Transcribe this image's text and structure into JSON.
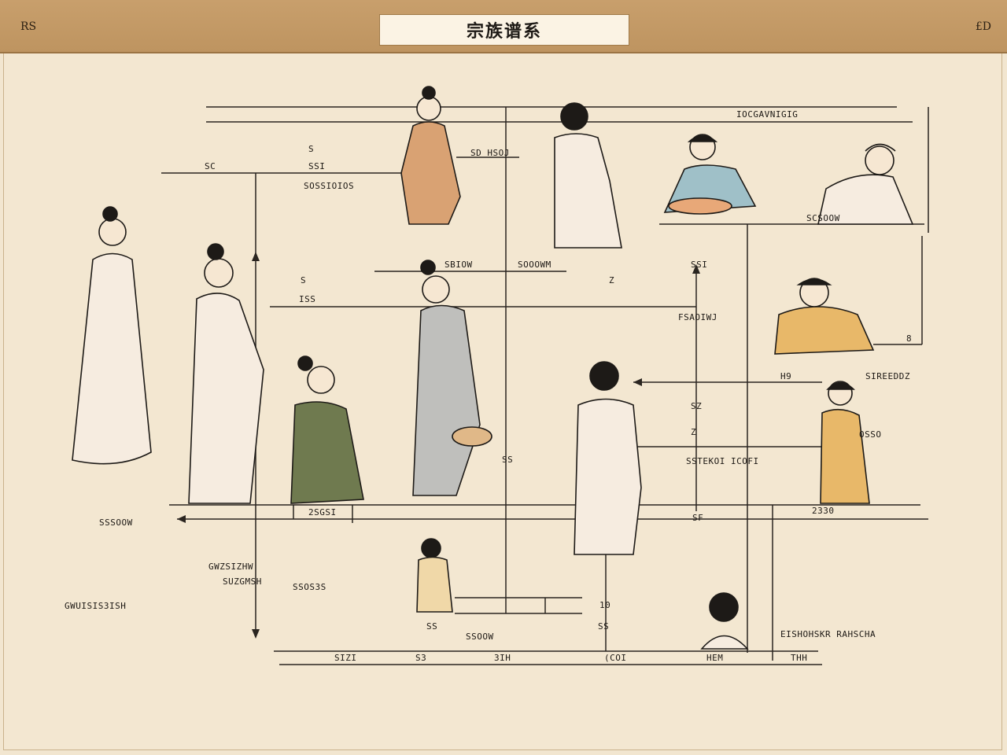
{
  "header": {
    "title": "宗族谱系",
    "left_mark": "RS",
    "right_mark": "£D"
  },
  "labels": [
    {
      "id": "lbl-ocgavngig",
      "text": "IOCGAVNIGIG"
    },
    {
      "id": "lbl-sc",
      "text": "SC"
    },
    {
      "id": "lbl-5",
      "text": "S"
    },
    {
      "id": "lbl-5b",
      "text": "SSI"
    },
    {
      "id": "lbl-sossioios",
      "text": "SOSSIOIOS"
    },
    {
      "id": "lbl-sdhsj",
      "text": "SD HSOJ"
    },
    {
      "id": "lbl-scsoow",
      "text": "SCSOOW"
    },
    {
      "id": "lbl-sbiow",
      "text": "SBIOW"
    },
    {
      "id": "lbl-sooowm",
      "text": "SOOOWM"
    },
    {
      "id": "lbl-fs",
      "text": "S"
    },
    {
      "id": "lbl-fsb",
      "text": "ISS"
    },
    {
      "id": "lbl-z",
      "text": "Z"
    },
    {
      "id": "lbl-ssi",
      "text": "SSI"
    },
    {
      "id": "lbl-fsaoiwj",
      "text": "FSAOIWJ"
    },
    {
      "id": "lbl-8",
      "text": "8"
    },
    {
      "id": "lbl-h9",
      "text": "H9"
    },
    {
      "id": "lbl-sireendz",
      "text": "SIREEDDZ"
    },
    {
      "id": "lbl-sz",
      "text": "SZ"
    },
    {
      "id": "lbl-z2",
      "text": "Z"
    },
    {
      "id": "lbl-oso",
      "text": "OSSO"
    },
    {
      "id": "lbl-sseteko",
      "text": "SSTEKOI ICOFI"
    },
    {
      "id": "lbl-ss",
      "text": "SS"
    },
    {
      "id": "lbl-sssoow",
      "text": "SSSOOW"
    },
    {
      "id": "lbl-2sgsi",
      "text": "2SGSI"
    },
    {
      "id": "lbl-2330",
      "text": "2330"
    },
    {
      "id": "lbl-sf",
      "text": "SF"
    },
    {
      "id": "lbl-gwzs",
      "text": "GWZSIZHW"
    },
    {
      "id": "lbl-suzs",
      "text": "SUZGMSH"
    },
    {
      "id": "lbl-ssoss",
      "text": "SSOS3S"
    },
    {
      "id": "lbl-guls",
      "text": "GWUISIS3ISH"
    },
    {
      "id": "lbl-10",
      "text": "10"
    },
    {
      "id": "lbl-ss2",
      "text": "SS"
    },
    {
      "id": "lbl-ssoow",
      "text": "SSOOW"
    },
    {
      "id": "lbl-ss3",
      "text": "SS"
    },
    {
      "id": "lbl-eish",
      "text": "EISHOHSKR RAHSCHA"
    },
    {
      "id": "lbl-sizi",
      "text": "SIZI"
    },
    {
      "id": "lbl-s3",
      "text": "S3"
    },
    {
      "id": "lbl-3ih",
      "text": "3IH"
    },
    {
      "id": "lbl-coi",
      "text": "(COI"
    },
    {
      "id": "lbl-hem",
      "text": "HEM"
    },
    {
      "id": "lbl-th",
      "text": "THH"
    }
  ],
  "palette": {
    "ink": "#1d1a17",
    "robe_orange": "#d9a273",
    "robe_blue": "#9fc0c8",
    "robe_green": "#6f7a4f",
    "robe_gray": "#bfbfbc",
    "robe_yellow": "#e8b869",
    "robe_cream": "#f6ecde"
  }
}
